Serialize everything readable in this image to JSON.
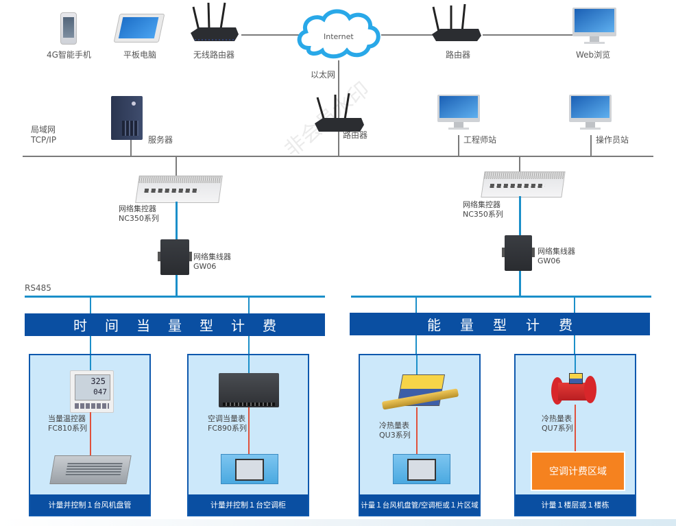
{
  "top_row": {
    "phone": "4G智能手机",
    "tablet": "平板电脑",
    "wireless_router": "无线路由器",
    "internet": "Internet",
    "router": "路由器",
    "web": "Web浏览"
  },
  "ethernet_label": "以太网",
  "lan": {
    "label_line1": "局域网",
    "label_line2": "TCP/IP",
    "server": "服务器",
    "router": "路由器",
    "engineer": "工程师站",
    "operator": "操作员站"
  },
  "watermark": "非会员水印",
  "controllers": [
    {
      "name": "网络集控器",
      "model": "NC350系列"
    },
    {
      "name": "网络集控器",
      "model": "NC350系列"
    }
  ],
  "hubs": [
    {
      "name": "网络集线器",
      "model": "GW06"
    },
    {
      "name": "网络集线器",
      "model": "GW06"
    }
  ],
  "rs485_label": "RS485",
  "banners": {
    "time": [
      "时",
      "间",
      "当",
      "量",
      "型",
      "计",
      "费"
    ],
    "energy": [
      "能",
      "量",
      "型",
      "计",
      "费"
    ]
  },
  "panels": [
    {
      "device_name": "当量温控器",
      "device_model": "FC810系列",
      "display_top": "325",
      "display_bottom": "047",
      "footer": "计量并控制１台风机盘管"
    },
    {
      "device_name": "空调当量表",
      "device_model": "FC890系列",
      "footer": "计量并控制１台空调柜"
    },
    {
      "device_name": "冷热量表",
      "device_model": "QU3系列",
      "footer": "计量１台风机盘管/空调柜或１片区域"
    },
    {
      "device_name": "冷热量表",
      "device_model": "QU7系列",
      "area_label": "空调计费区域",
      "footer": "计量１楼层或１楼栋"
    }
  ],
  "colors": {
    "banner": "#0a4fa2",
    "panel_bg": "#cce8fa",
    "rs485_line": "#1b8fc9",
    "device_line": "#e0503a",
    "area": "#f5821f"
  }
}
